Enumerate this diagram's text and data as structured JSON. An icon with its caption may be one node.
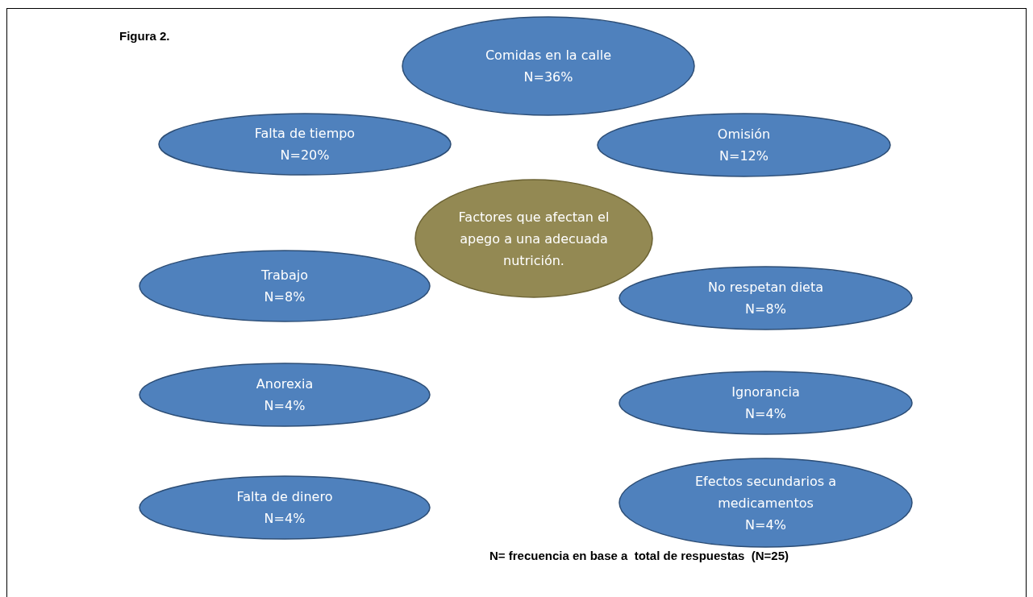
{
  "diagram": {
    "nodes": [
      {
        "text": [
          "Comidas en la calle",
          "N=36%"
        ]
      },
      {
        "text": [
          "Falta de tiempo",
          "N=20%"
        ]
      },
      {
        "text": [
          "Omisión",
          "N=12%"
        ]
      },
      {
        "text": [
          "Factores que afectan el apego a una adecuada nutrición."
        ]
      },
      {
        "text": [
          "Trabajo",
          "N=8%"
        ]
      },
      {
        "text": [
          "No respetan dieta",
          "N=8%"
        ]
      },
      {
        "text": [
          "Anorexia",
          "N=4%"
        ]
      },
      {
        "text": [
          "Ignorancia",
          "N=4%"
        ]
      },
      {
        "text": [
          "Falta de dinero",
          "N=4%"
        ]
      },
      {
        "text": [
          "Efectos secundarios a medicamentos",
          "N=4%"
        ]
      }
    ],
    "labels": [
      "Figura 2.",
      "N= frecuencia en base a  total de respuestas  (N=25)"
    ]
  }
}
